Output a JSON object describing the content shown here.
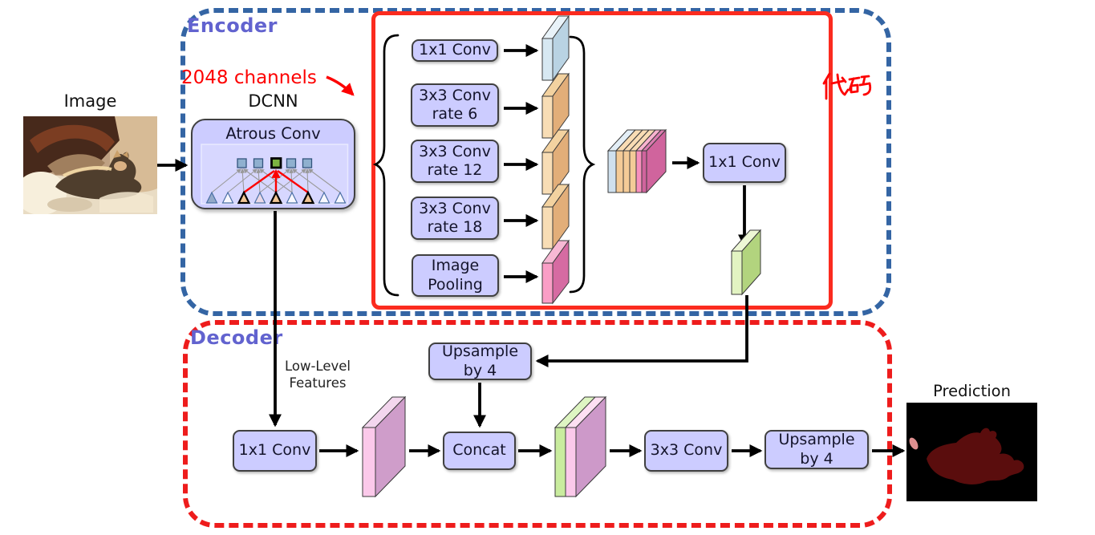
{
  "panels": {
    "image_label": "Image",
    "prediction_label": "Prediction"
  },
  "encoder": {
    "region_label": "Encoder",
    "channels_annotation": "2048 channels",
    "code_annotation": "代码",
    "dcnn_title": "DCNN",
    "atrous_box_label": "Atrous Conv",
    "aspp_branches": [
      {
        "label": "1x1 Conv"
      },
      {
        "label": "3x3 Conv\nrate 6"
      },
      {
        "label": "3x3 Conv\nrate 12"
      },
      {
        "label": "3x3 Conv\nrate 18"
      },
      {
        "label": "Image\nPooling"
      }
    ],
    "projection_label": "1x1 Conv"
  },
  "decoder": {
    "region_label": "Decoder",
    "low_level_features_label": "Low-Level\nFeatures",
    "upsample_top_label": "Upsample\nby 4",
    "conv1x1_label": "1x1 Conv",
    "concat_label": "Concat",
    "conv3x3_label": "3x3 Conv",
    "upsample_out_label": "Upsample\nby 4"
  },
  "colors": {
    "encoder_border": "#3465a4",
    "decoder_border": "#ee1c1c",
    "aspp_highlight_border": "#fb2b1f",
    "annotation_red": "#fd0000",
    "node_fill": "#ccccff",
    "region_label_color": "#6263cf",
    "feature_blue": "#cfe0ee",
    "feature_orange": "#f4cb97",
    "feature_pink": "#f890bd",
    "feature_magenta": "#d0649d",
    "feature_green": "#b2d47e",
    "feature_purple": "#cf9dca"
  }
}
